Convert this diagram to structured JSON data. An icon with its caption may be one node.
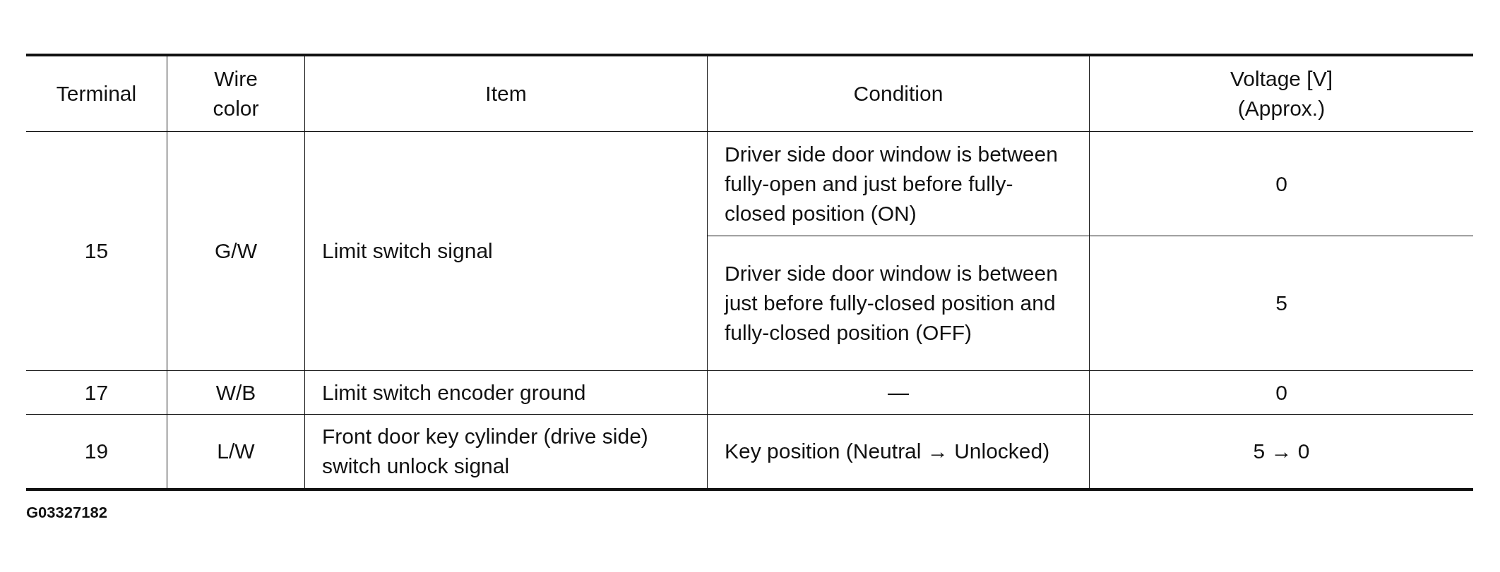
{
  "diagram": {
    "labels": [
      "Terminal",
      "Wire color",
      "Item",
      "Condition",
      "Voltage [V] (Approx.)",
      "15",
      "G/W",
      "Limit switch signal",
      "Driver side door window is between fully-open and just before fully-closed position (ON)",
      "0",
      "Driver side door window is between just before fully-closed position and fully-closed position (OFF)",
      "5",
      "17",
      "W/B",
      "Limit switch encoder ground",
      "—",
      "0",
      "19",
      "L/W",
      "Front door key cylinder (drive side) switch unlock signal",
      "Key position (Neutral → Unlocked)",
      "5 → 0",
      "G03327182"
    ]
  }
}
